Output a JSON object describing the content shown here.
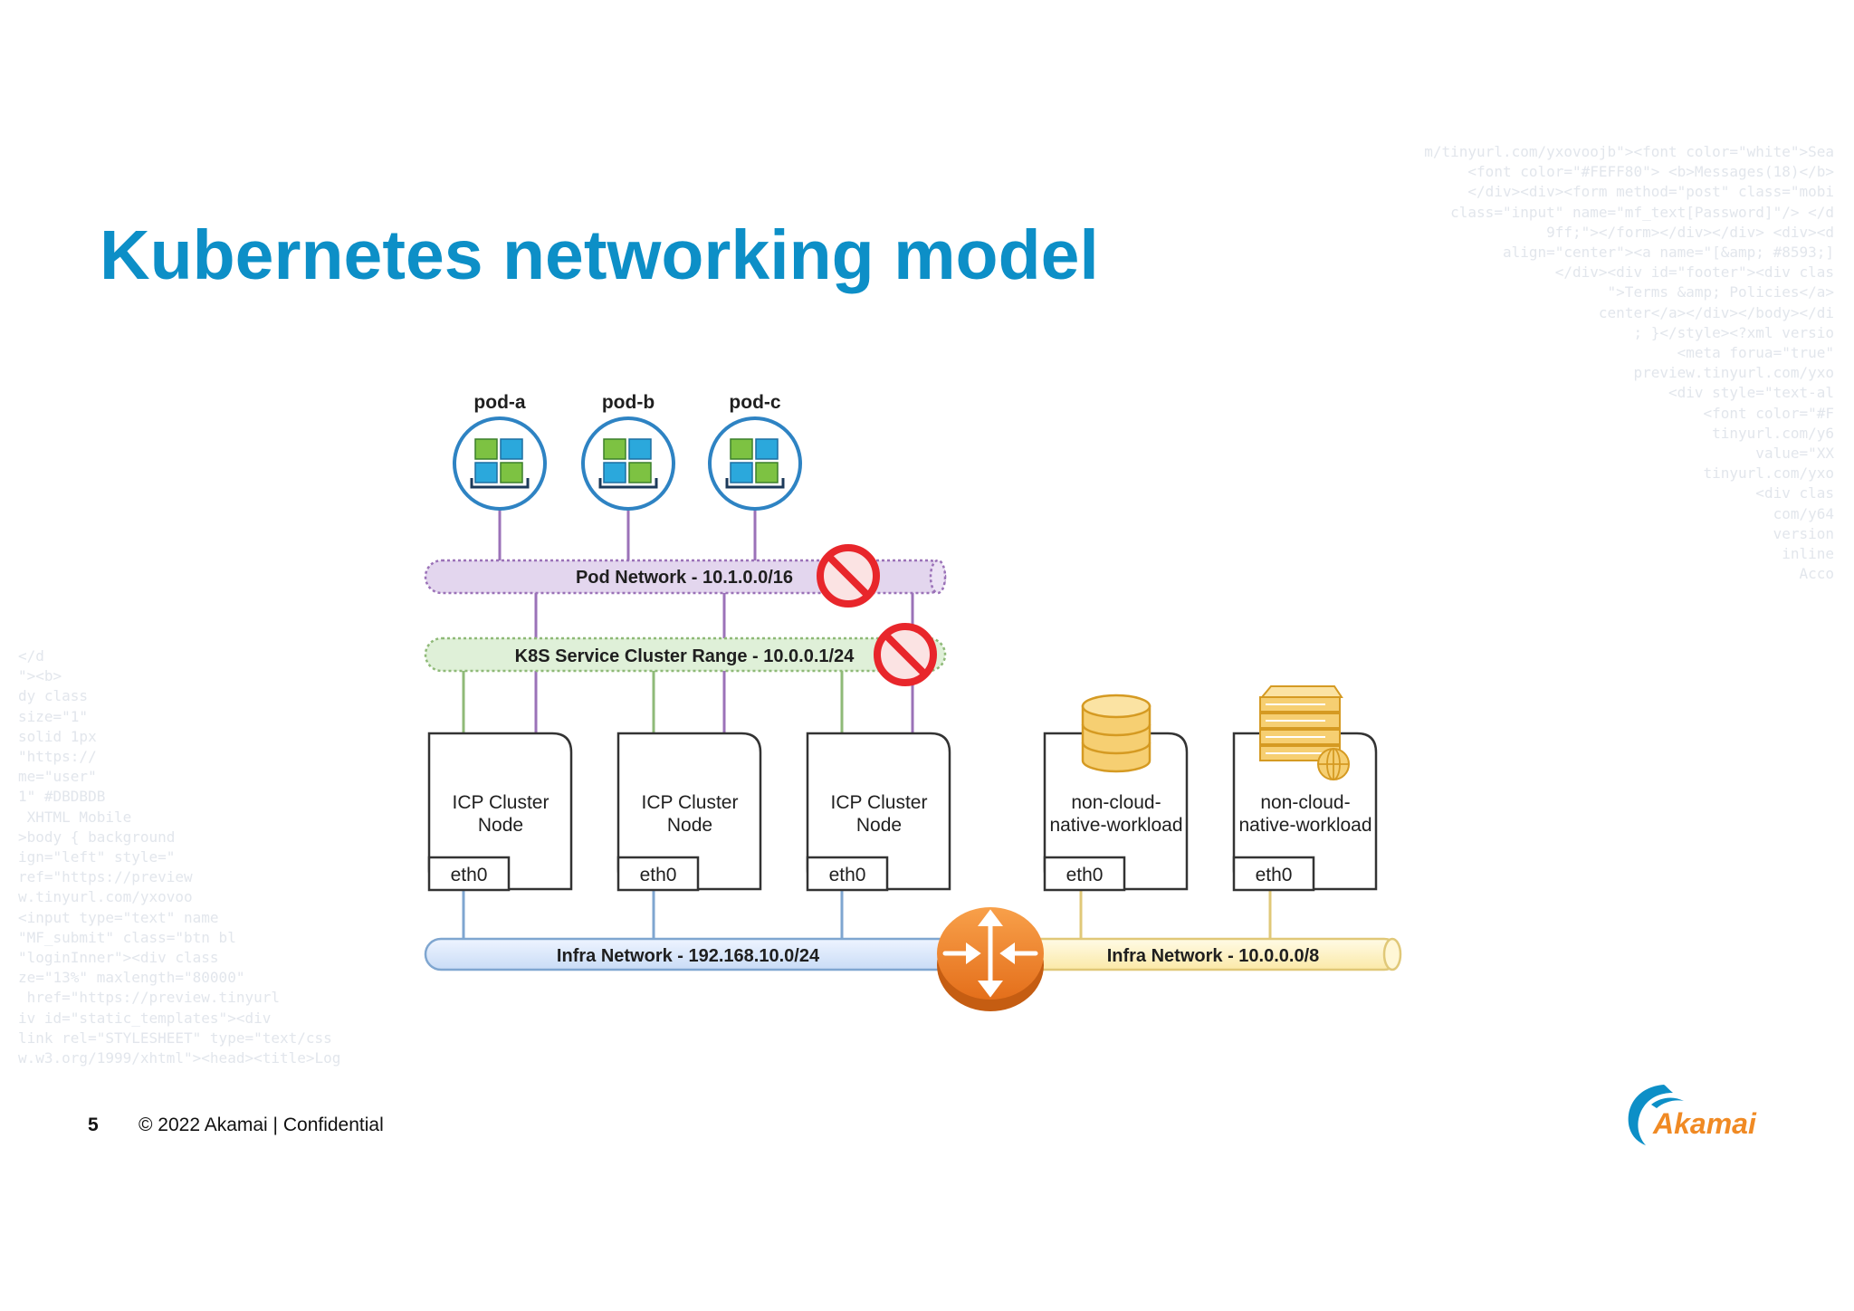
{
  "slide": {
    "title": "Kubernetes networking model",
    "page_number": "5",
    "footer_text": "© 2022 Akamai | Confidential",
    "logo_text": "Akamai"
  },
  "colors": {
    "title": "#0d8fc7",
    "pod_ring": "#2e83c3",
    "pod_network": "#e3d6ee",
    "service_range": "#dff0d8",
    "infra_blue": "#dae8fc",
    "infra_yellow": "#fff2cc",
    "router": "#f0822a",
    "no_sign": "#e8262b",
    "workload_icon": "#f3c15a"
  },
  "diagram": {
    "pods": [
      {
        "label": "pod-a"
      },
      {
        "label": "pod-b"
      },
      {
        "label": "pod-c"
      }
    ],
    "pod_network_label": "Pod Network - 10.1.0.0/16",
    "service_range_label": "K8S Service Cluster Range - 10.0.0.1/24",
    "cluster_nodes": [
      {
        "label_line1": "ICP Cluster",
        "label_line2": "Node",
        "iface": "eth0"
      },
      {
        "label_line1": "ICP Cluster",
        "label_line2": "Node",
        "iface": "eth0"
      },
      {
        "label_line1": "ICP Cluster",
        "label_line2": "Node",
        "iface": "eth0"
      }
    ],
    "workloads": [
      {
        "label_line1": "non-cloud-",
        "label_line2": "native-workload",
        "iface": "eth0",
        "icon": "database-icon"
      },
      {
        "label_line1": "non-cloud-",
        "label_line2": "native-workload",
        "iface": "eth0",
        "icon": "server-globe-icon"
      }
    ],
    "infra_network_left_label": "Infra Network - 192.168.10.0/24",
    "infra_network_right_label": "Infra Network - 10.0.0.0/8",
    "router_icon": "router-icon",
    "blocked_icon": "no-entry-icon"
  }
}
